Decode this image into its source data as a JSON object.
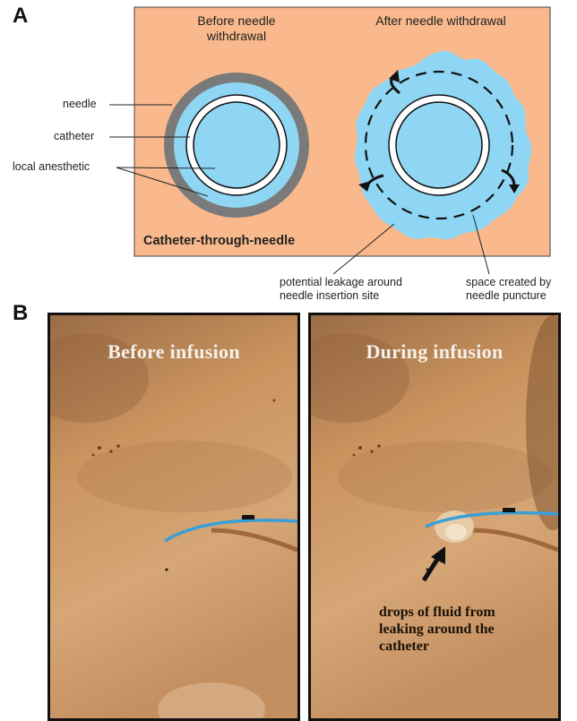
{
  "panel_a": {
    "letter": "A",
    "left_heading": "Before needle withdrawal",
    "right_heading": "After needle withdrawal",
    "labels": {
      "needle": "needle",
      "catheter": "catheter",
      "local_anesthetic": "local anesthetic",
      "leakage": "potential leakage around needle insertion site",
      "space": "space created by needle puncture"
    },
    "technique": "Catheter-through-needle",
    "colors": {
      "background": "#f9b98c",
      "anesthetic": "#8fd6f4",
      "needle": "#7a7a7a",
      "catheter": "#ffffff"
    }
  },
  "panel_b": {
    "letter": "B",
    "before_title": "Before infusion",
    "during_title": "During infusion",
    "fluid_note": "drops of fluid from leaking around the catheter",
    "colors": {
      "skin": "#c9935e",
      "catheter_line": "#3a9fd6"
    }
  }
}
